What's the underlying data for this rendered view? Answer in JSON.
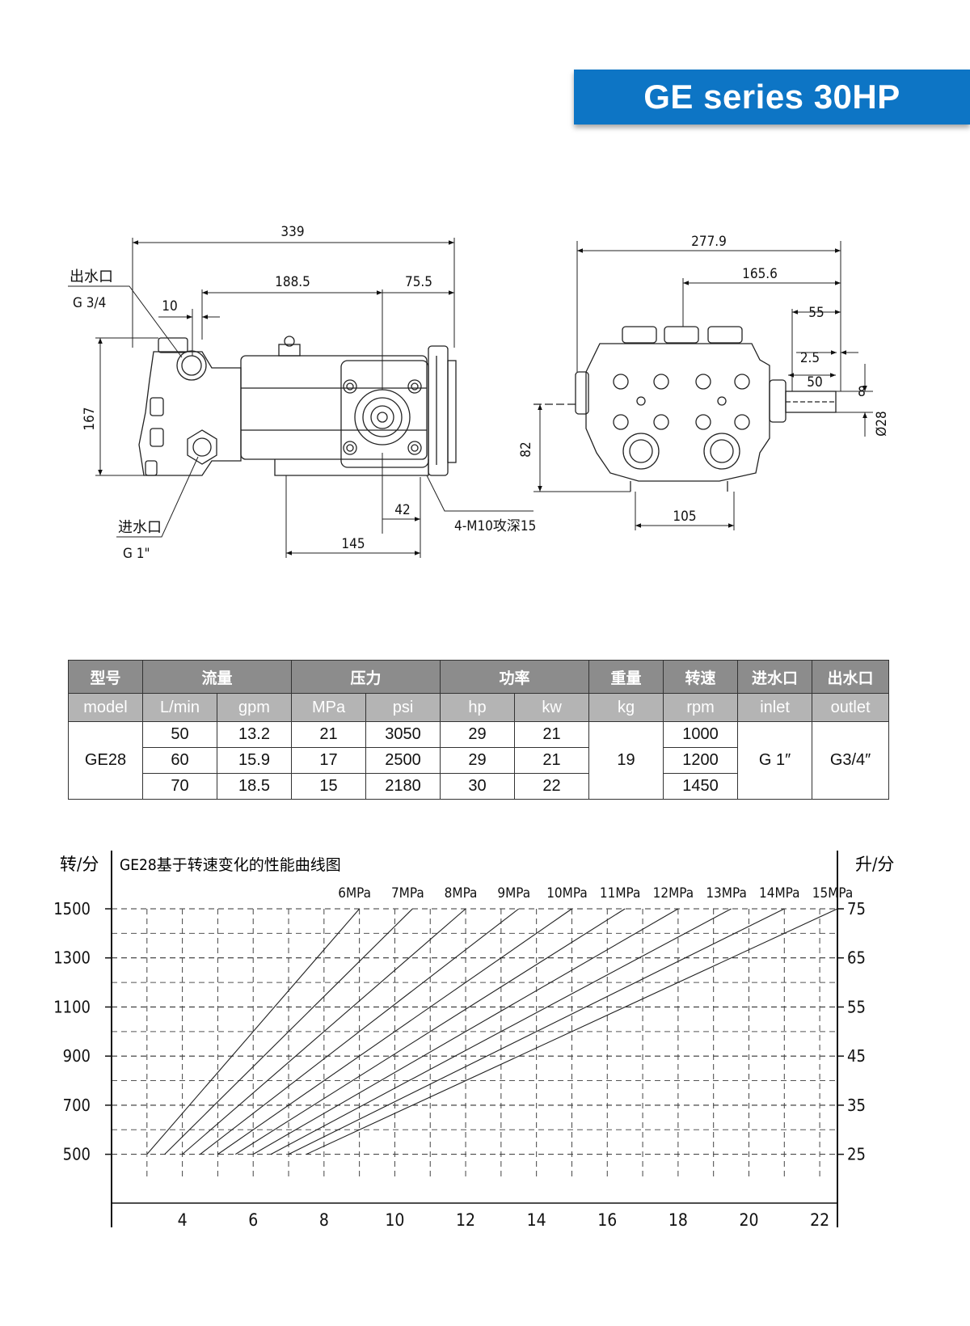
{
  "banner": {
    "title": "GE series 30HP"
  },
  "drawing": {
    "side": {
      "overall_length": "339",
      "length_a": "188.5",
      "length_b": "75.5",
      "offset": "10",
      "height": "167",
      "base_a": "42",
      "base_b": "145",
      "outlet_label": "出水口",
      "outlet_spec": "G 3/4",
      "inlet_label": "进水口",
      "inlet_spec": "G 1\"",
      "bolt_note": "4-M10攻深15"
    },
    "end": {
      "overall_length": "277.9",
      "length_a": "165.6",
      "shaft_a": "55",
      "shaft_b": "2.5",
      "shaft_c": "50",
      "key_width": "8",
      "shaft_dia": "Ø28",
      "shaft_height": "82",
      "base_width": "105"
    }
  },
  "spec_table": {
    "group_headers": [
      "型号",
      "流量",
      "压力",
      "功率",
      "重量",
      "转速",
      "进水口",
      "出水口"
    ],
    "unit_headers": [
      "model",
      "L/min",
      "gpm",
      "MPa",
      "psi",
      "hp",
      "kw",
      "kg",
      "rpm",
      "inlet",
      "outlet"
    ],
    "model": "GE28",
    "weight": "19",
    "inlet": "G 1″",
    "outlet": "G3/4″",
    "rows": [
      {
        "lmin": "50",
        "gpm": "13.2",
        "mpa": "21",
        "psi": "3050",
        "hp": "29",
        "kw": "21",
        "rpm": "1000"
      },
      {
        "lmin": "60",
        "gpm": "15.9",
        "mpa": "17",
        "psi": "2500",
        "hp": "29",
        "kw": "21",
        "rpm": "1200"
      },
      {
        "lmin": "70",
        "gpm": "18.5",
        "mpa": "15",
        "psi": "2180",
        "hp": "30",
        "kw": "22",
        "rpm": "1450"
      }
    ]
  },
  "chart_data": {
    "type": "line",
    "title": "GE28基于转速变化的性能曲线图",
    "ylabel": "转/分",
    "ylabel_right": "升/分",
    "xlim": [
      2,
      22.5
    ],
    "ylim": [
      400,
      1500
    ],
    "y_ticks": [
      500,
      700,
      900,
      1100,
      1300,
      1500
    ],
    "y_right_ticks": [
      25,
      35,
      45,
      55,
      65,
      75
    ],
    "x_ticks": [
      4,
      6,
      8,
      10,
      12,
      14,
      16,
      18,
      20,
      22
    ],
    "grid": true,
    "series": [
      {
        "name": "6MPa",
        "x": [
          3.0,
          9.0
        ],
        "y": [
          500,
          1500
        ]
      },
      {
        "name": "7MPa",
        "x": [
          3.5,
          10.5
        ],
        "y": [
          500,
          1500
        ]
      },
      {
        "name": "8MPa",
        "x": [
          4.0,
          12.0
        ],
        "y": [
          500,
          1500
        ]
      },
      {
        "name": "9MPa",
        "x": [
          4.5,
          13.5
        ],
        "y": [
          500,
          1500
        ]
      },
      {
        "name": "10MPa",
        "x": [
          5.0,
          15.0
        ],
        "y": [
          500,
          1500
        ]
      },
      {
        "name": "11MPa",
        "x": [
          5.5,
          16.5
        ],
        "y": [
          500,
          1500
        ]
      },
      {
        "name": "12MPa",
        "x": [
          6.0,
          18.0
        ],
        "y": [
          500,
          1500
        ]
      },
      {
        "name": "13MPa",
        "x": [
          6.5,
          19.5
        ],
        "y": [
          500,
          1500
        ]
      },
      {
        "name": "14MPa",
        "x": [
          7.0,
          21.0
        ],
        "y": [
          500,
          1500
        ]
      },
      {
        "name": "15MPa",
        "x": [
          7.5,
          22.5
        ],
        "y": [
          500,
          1500
        ]
      }
    ]
  }
}
